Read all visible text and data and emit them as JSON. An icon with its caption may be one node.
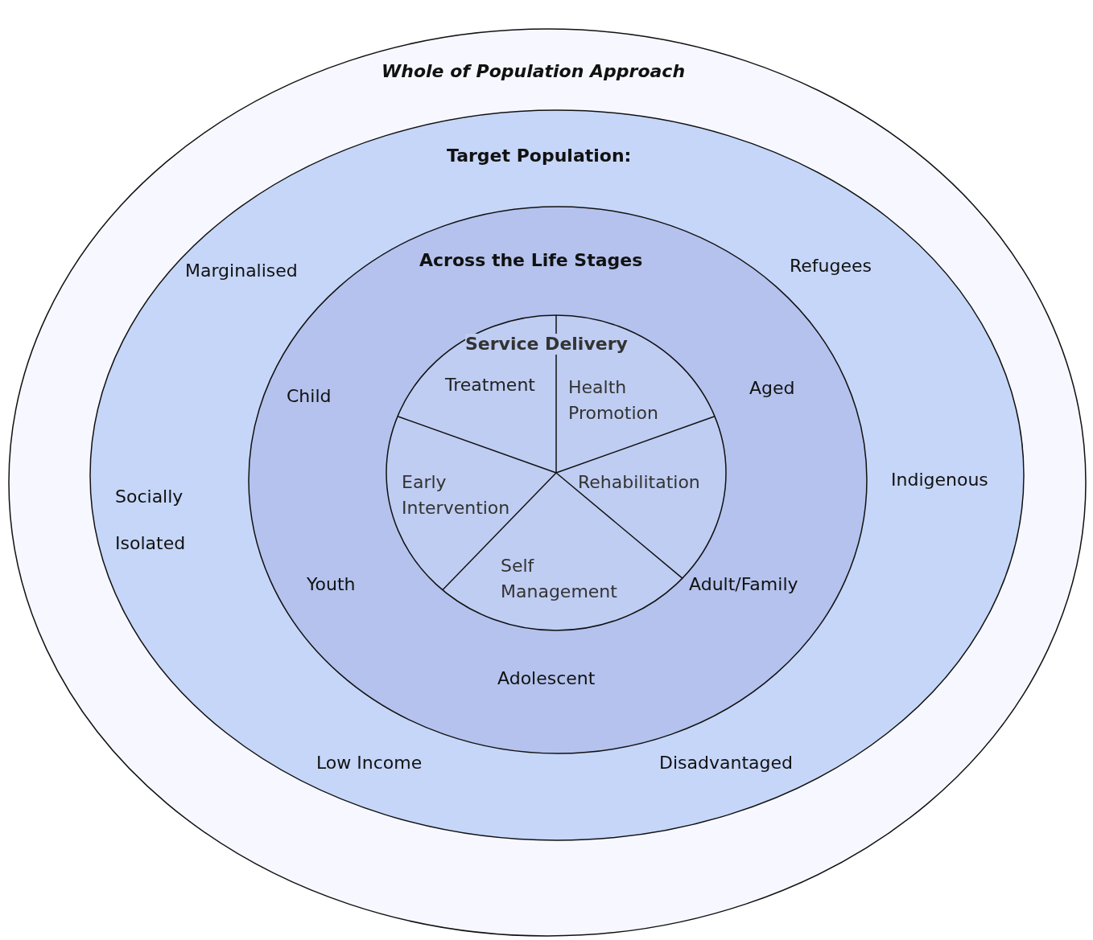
{
  "diagram": {
    "nodes": [
      {
        "text": [
          "Whole of Population Approach"
        ]
      },
      {
        "text": [
          "Target Population:",
          "Marginalised",
          "Refugees",
          "Socially Isolated",
          "Indigenous",
          "Low Income",
          "Disadvantaged"
        ],
        "in": 0
      },
      {
        "text": [
          "Across the Life Stages",
          "Child",
          "Aged",
          "Youth",
          "Adult/Family",
          "Adolescent"
        ],
        "in": 1
      },
      {
        "text": [
          "Service Delivery",
          "Treatment",
          "Health Promotion",
          "Rehabilitation",
          "Self Management",
          "Early Intervention"
        ],
        "in": 2
      }
    ]
  }
}
